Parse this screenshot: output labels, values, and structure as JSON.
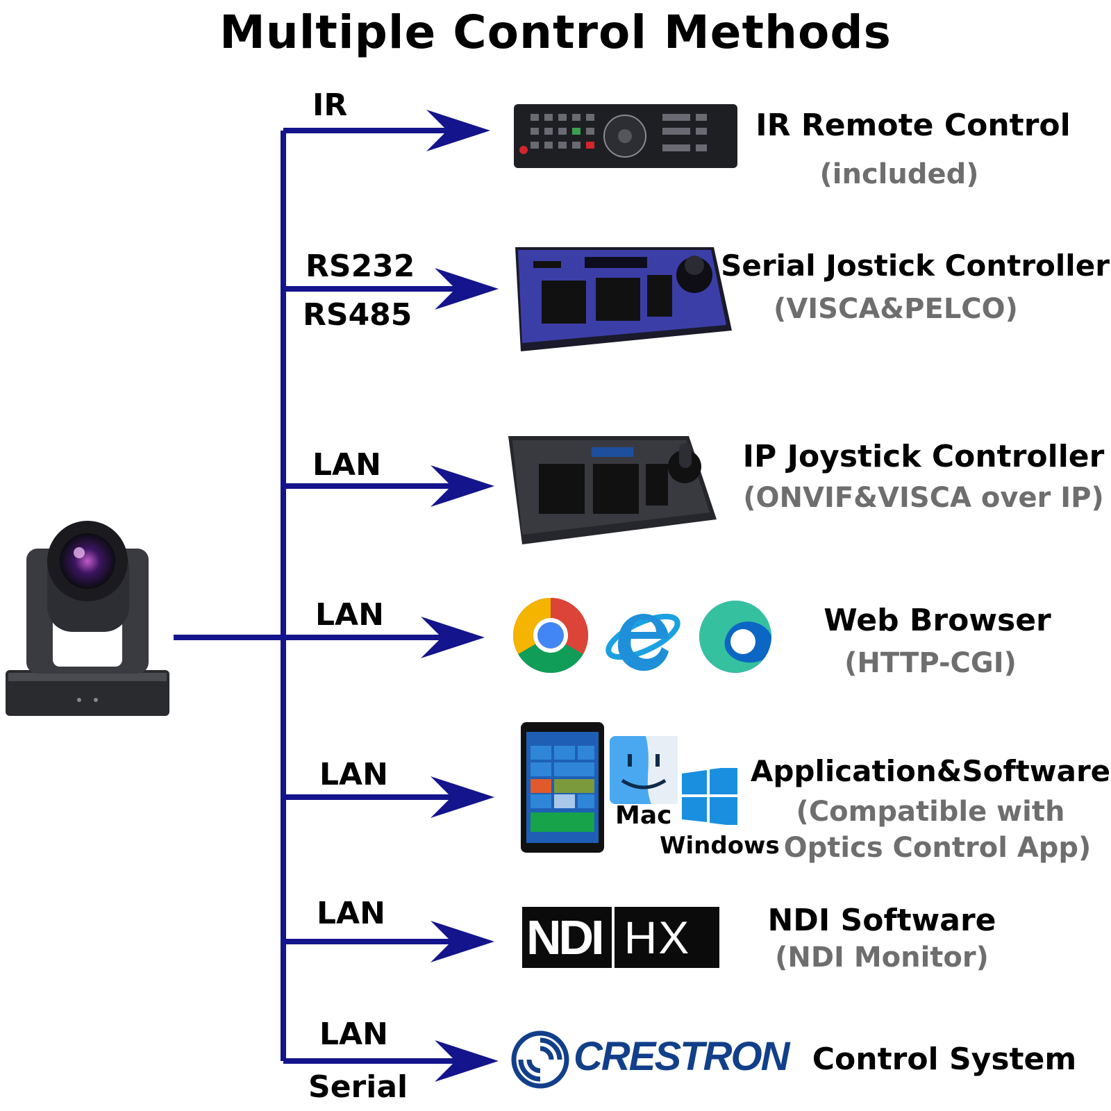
{
  "title": "Multiple Control Methods",
  "line_color": "#14148c",
  "methods": [
    {
      "connection": [
        "IR"
      ],
      "label": "IR Remote Control",
      "sublabel": "(included)",
      "device_icon": "ir-remote-icon"
    },
    {
      "connection": [
        "RS232",
        "RS485"
      ],
      "label": "Serial Jostick Controller",
      "sublabel": "(VISCA&PELCO)",
      "device_icon": "serial-joystick-controller-icon"
    },
    {
      "connection": [
        "LAN"
      ],
      "label": "IP Joystick Controller",
      "sublabel": "(ONVIF&VISCA over IP)",
      "device_icon": "ip-joystick-controller-icon"
    },
    {
      "connection": [
        "LAN"
      ],
      "label": "Web Browser",
      "sublabel": "(HTTP-CGI)",
      "device_icon": "browser-icons"
    },
    {
      "connection": [
        "LAN"
      ],
      "label": "Application&Software",
      "sublabel": [
        "(Compatible with",
        "Optics Control App)"
      ],
      "device_icon": "tablet-mac-windows-icons",
      "os_labels": [
        "Mac",
        "Windows"
      ]
    },
    {
      "connection": [
        "LAN"
      ],
      "label": "NDI Software",
      "sublabel": "(NDI Monitor)",
      "device_icon": "ndi-hx-logo",
      "logo_text": [
        "NDI",
        "HX"
      ]
    },
    {
      "connection": [
        "LAN",
        "Serial"
      ],
      "label": "Control System",
      "device_icon": "crestron-logo",
      "logo_text": "CRESTRON"
    }
  ]
}
